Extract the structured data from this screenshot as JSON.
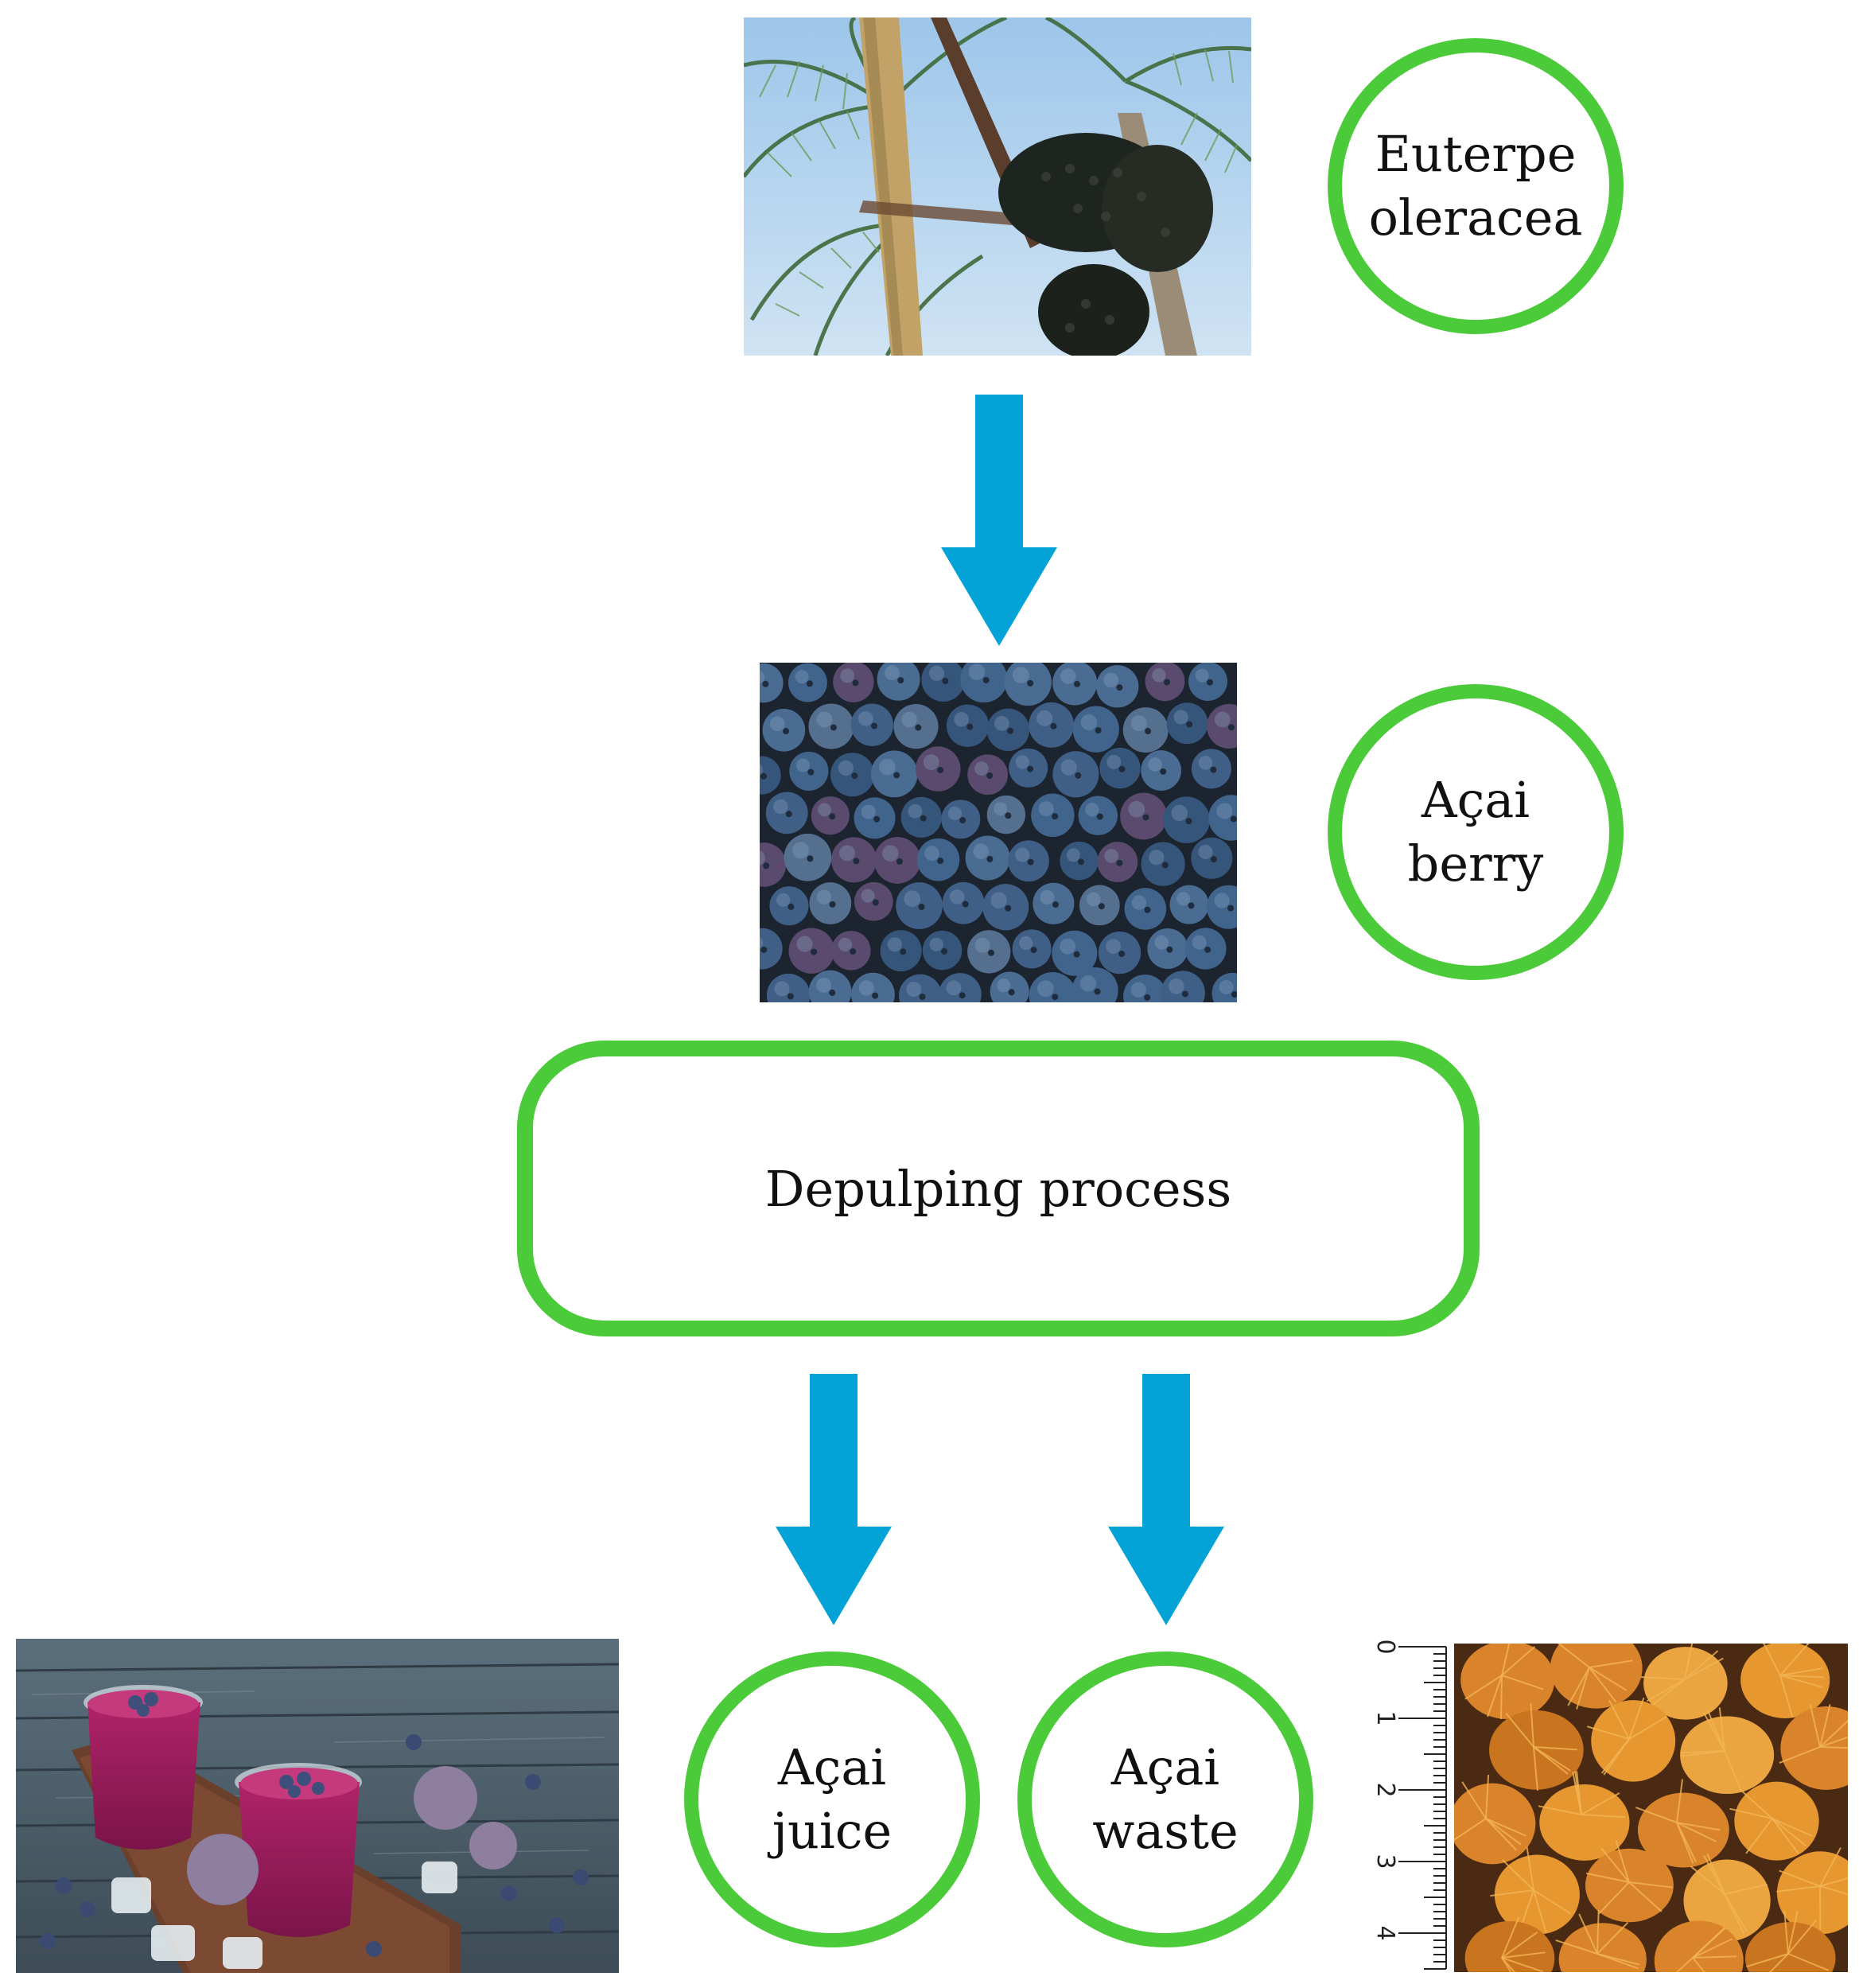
{
  "nodes": {
    "tree": {
      "label_line1": "Euterpe",
      "label_line2": "oleracea"
    },
    "berry": {
      "label_line1": "Açai",
      "label_line2": "berry"
    },
    "process": {
      "label": "Depulping process"
    },
    "juice": {
      "label_line1": "Açai",
      "label_line2": "juice"
    },
    "waste": {
      "label_line1": "Açai",
      "label_line2": "waste"
    }
  },
  "ruler": {
    "ticks": [
      "0",
      "1",
      "2",
      "3",
      "4"
    ]
  },
  "colors": {
    "outline_green": "#4ccb3a",
    "arrow_blue": "#04a3d7"
  }
}
